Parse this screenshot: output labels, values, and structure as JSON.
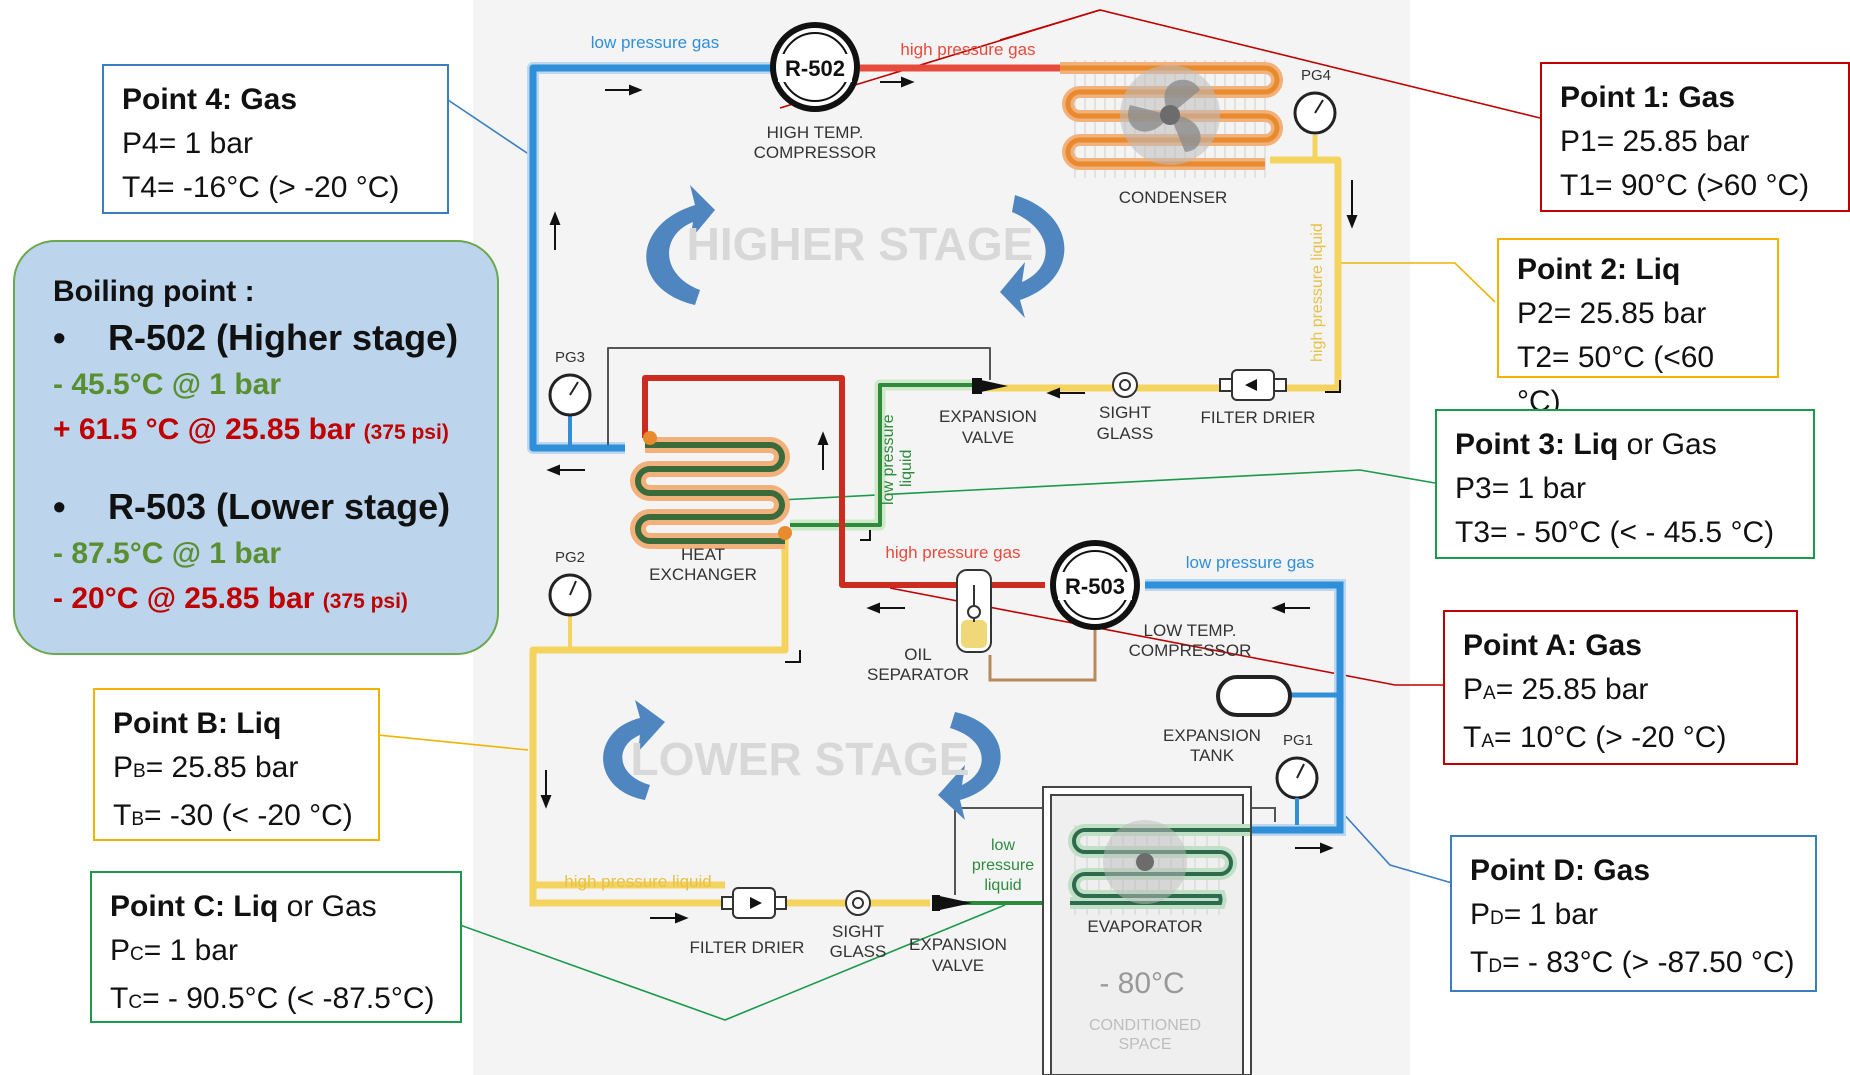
{
  "diagram": {
    "compressor_high": "R-502",
    "compressor_high_label_1": "HIGH TEMP.",
    "compressor_high_label_2": "COMPRESSOR",
    "compressor_low": "R-503",
    "compressor_low_label_1": "LOW TEMP.",
    "compressor_low_label_2": "COMPRESSOR",
    "higher_stage": "HIGHER STAGE",
    "lower_stage": "LOWER STAGE",
    "condenser": "CONDENSER",
    "pg1": "PG1",
    "pg2": "PG2",
    "pg3": "PG3",
    "pg4": "PG4",
    "low_pressure_gas": "low pressure gas",
    "high_pressure_gas": "high pressure gas",
    "high_pressure_liquid": "high pressure liquid",
    "low_pressure_liquid_1": "low pressure",
    "low_pressure_liquid_2": "liquid",
    "low_pressure_liquid_3": "low",
    "low_pressure_liquid_4": "pressure",
    "expansion_valve_1": "EXPANSION",
    "expansion_valve_2": "VALVE",
    "sight_glass_1": "SIGHT",
    "sight_glass_2": "GLASS",
    "filter_drier": "FILTER DRIER",
    "heat_exchanger_1": "HEAT",
    "heat_exchanger_2": "EXCHANGER",
    "oil_separator_1": "OIL",
    "oil_separator_2": "SEPARATOR",
    "expansion_tank_1": "EXPANSION",
    "expansion_tank_2": "TANK",
    "evaporator": "EVAPORATOR",
    "temperature": "- 80°C",
    "conditioned_1": "CONDITIONED",
    "conditioned_2": "SPACE"
  },
  "boiling": {
    "title": "Boiling point :",
    "bullet": "•",
    "r502": "R-502 (Higher stage)",
    "r502_low": "- 45.5°C @ 1 bar",
    "r502_high": "+ 61.5 °C @ 25.85 bar",
    "r502_psi": "(375 psi)",
    "r503": "R-503 (Lower stage)",
    "r503_low": "- 87.5°C @ 1 bar",
    "r503_high": "- 20°C @ 25.85 bar",
    "r503_psi": "(375 psi)"
  },
  "points": {
    "p4": {
      "title": "Point 4: Gas",
      "p": "P4= 1 bar",
      "t": "T4= -16°C (> -20 °C)"
    },
    "p1": {
      "title": "Point 1: Gas",
      "p": "P1= 25.85 bar",
      "t": "T1= 90°C (>60 °C)"
    },
    "p2": {
      "title": "Point 2: Liq",
      "p": "P2= 25.85 bar",
      "t": "T2= 50°C (<60 °C)"
    },
    "p3": {
      "title_bold": "Point 3: Liq",
      "title_rest": " or Gas",
      "p": "P3= 1 bar",
      "t": "T3= - 50°C (< - 45.5 °C)"
    },
    "pa": {
      "title": "Point A: Gas",
      "p_pre": "P",
      "p_sub": "A",
      "p_post": "= 25.85 bar",
      "t_pre": "T",
      "t_sub": "A",
      "t_post": "= 10°C (> -20 °C)"
    },
    "pb": {
      "title": "Point B: Liq",
      "p_pre": "P",
      "p_sub": "B",
      "p_post": "= 25.85 bar",
      "t_pre": "T",
      "t_sub": "B",
      "t_post": "= -30 (< -20 °C)"
    },
    "pc": {
      "title_bold": "Point C: Liq",
      "title_rest": " or Gas",
      "p_pre": "P",
      "p_sub": "C",
      "p_post": "= 1 bar",
      "t_pre": "T",
      "t_sub": "C",
      "t_post": "= - 90.5°C (< -87.5°C)"
    },
    "pd": {
      "title": "Point D: Gas",
      "p_pre": "P",
      "p_sub": "D",
      "p_post": "= 1 bar",
      "t_pre": "T",
      "t_sub": "D",
      "t_post": "= - 83°C (> -87.50 °C)"
    }
  }
}
